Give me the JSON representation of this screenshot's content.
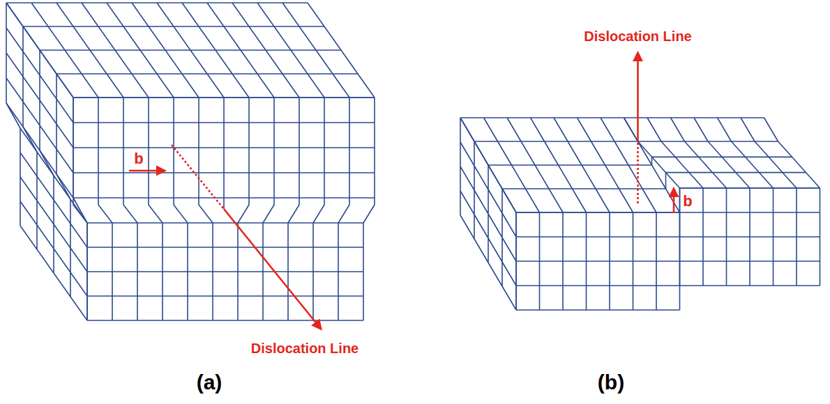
{
  "diagram": {
    "labels": [
      "b",
      "Dislocation Line",
      "(a)",
      "Dislocation Line",
      "b",
      "(b)"
    ]
  }
}
